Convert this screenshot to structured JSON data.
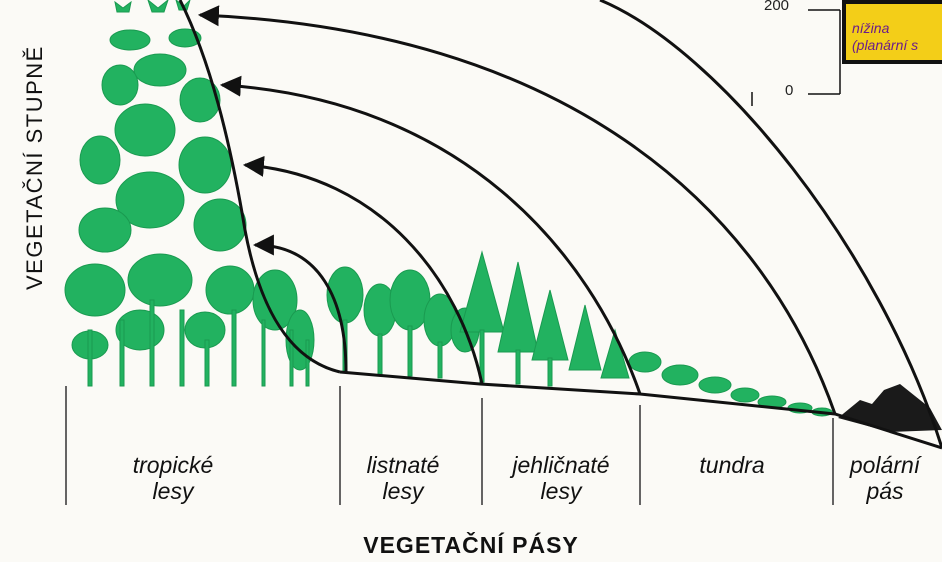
{
  "axis": {
    "y_label": "VEGETAČNÍ STUPNĚ",
    "x_label": "VEGETAČNÍ PÁSY"
  },
  "belts": [
    {
      "line1": "tropické",
      "line2": "lesy"
    },
    {
      "line1": "listnaté",
      "line2": "lesy"
    },
    {
      "line1": "jehličnaté",
      "line2": "lesy"
    },
    {
      "line1": "tundra",
      "line2": ""
    },
    {
      "line1": "polární",
      "line2": "pás"
    }
  ],
  "altitude_scale": {
    "ticks": [
      "200",
      "0"
    ]
  },
  "legend": {
    "line1": "nížina",
    "line2": "(planární s"
  },
  "colors": {
    "vegetation": "#22b260",
    "background": "#fbfaf6",
    "legend_fill": "#f3ce18",
    "legend_text": "#6b1d8a",
    "ink": "#111111"
  }
}
